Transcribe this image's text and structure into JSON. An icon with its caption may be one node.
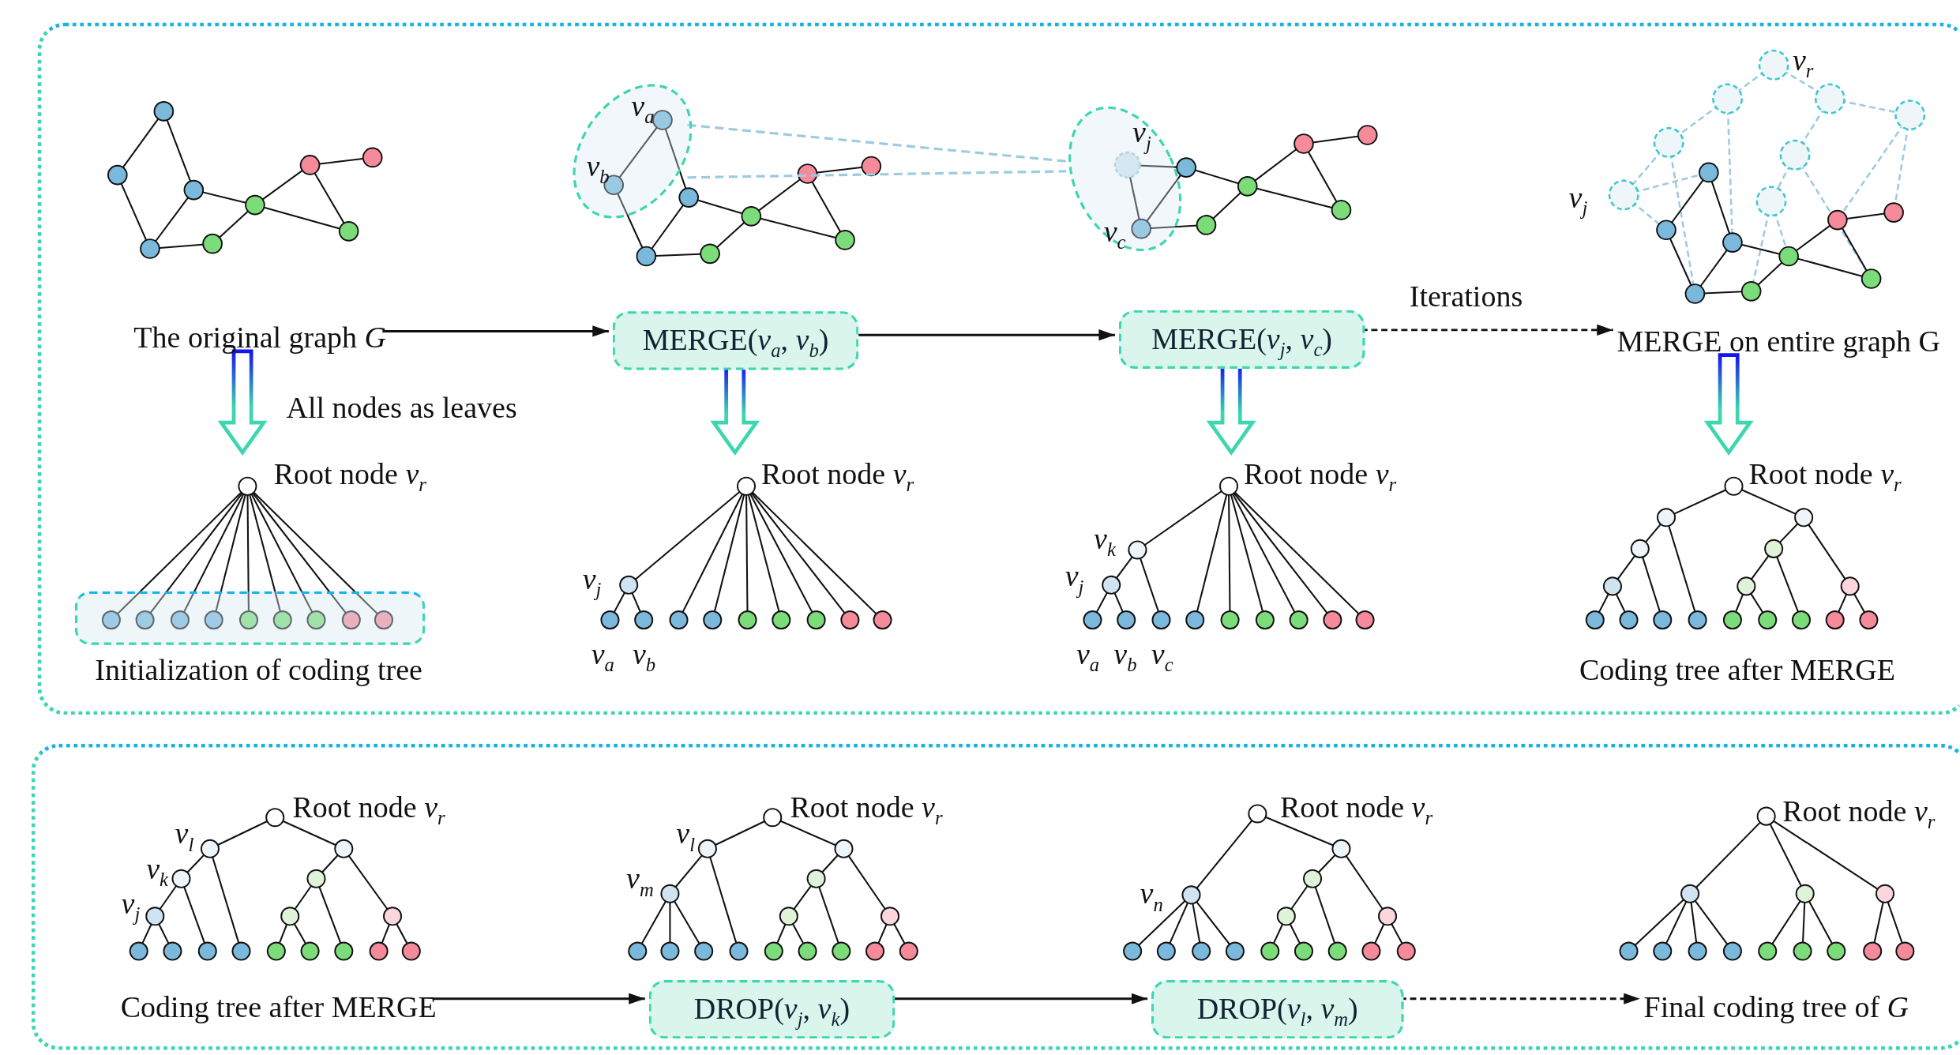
{
  "diagram": {
    "nodes": [
      {
        "text": [],
        "shape": "box"
      },
      {
        "text": [
          "The original graph *G*"
        ],
        "in": 0
      },
      {
        "text": [
          "*v*$_{a}$",
          "*v*$_{b}$"
        ],
        "in": 0
      },
      {
        "text": [
          "MERGE(*v*$_{a}$, *v*$_{b}$)"
        ],
        "in": 0
      },
      {
        "text": [
          "*v*$_{j}$",
          "*v*$_{c}$"
        ],
        "in": 0
      },
      {
        "text": [
          "MERGE(*v*$_{j}$, *v*$_{c}$)"
        ],
        "in": 0
      },
      {
        "text": [
          "*v*$_{r}$",
          "*v*$_{j}$"
        ],
        "in": 0
      },
      {
        "text": [
          "MERGE on entire graph G"
        ],
        "in": 0
      },
      {
        "text": [
          "Root node *v*$_{r}$"
        ],
        "in": 0
      },
      {
        "text": [],
        "shape": "box",
        "in": 0
      },
      {
        "text": [
          "Initialization of coding tree"
        ],
        "in": 0
      },
      {
        "text": [
          "Root node *v*$_{r}$",
          "*v*$_{j}$",
          "*v*$_{a}$",
          "*v*$_{b}$"
        ],
        "in": 0
      },
      {
        "text": [
          "Root node *v*$_{r}$",
          "*v*$_{k}$",
          "*v*$_{j}$",
          "*v*$_{a}$",
          "*v*$_{b}$",
          "*v*$_{c}$"
        ],
        "in": 0
      },
      {
        "text": [
          "Root node *v*$_{r}$"
        ],
        "in": 0
      },
      {
        "text": [
          "Coding tree after MERGE"
        ],
        "in": 0
      },
      {
        "text": [],
        "shape": "box"
      },
      {
        "text": [
          "Root node *v*$_{r}$",
          "*v*$_{l}$",
          "*v*$_{k}$",
          "*v*$_{j}$"
        ],
        "in": 15
      },
      {
        "text": [
          "Coding tree after MERGE"
        ],
        "in": 15
      },
      {
        "text": [
          "Root node *v*$_{r}$",
          "*v*$_{l}$",
          "*v*$_{m}$"
        ],
        "in": 15
      },
      {
        "text": [
          "DROP(*v*$_{j}$, *v*$_{k}$)"
        ],
        "in": 15
      },
      {
        "text": [
          "Root node *v*$_{r}$",
          "*v*$_{n}$"
        ],
        "in": 15
      },
      {
        "text": [
          "DROP(*v*$_{l}$, *v*$_{m}$)"
        ],
        "in": 15
      },
      {
        "text": [
          "Root node *v*$_{r}$"
        ],
        "in": 15
      },
      {
        "text": [
          "Final coding tree of *G*"
        ],
        "in": 15
      }
    ],
    "edges": [
      {
        "from": 1,
        "to": 3,
        "arrow": "to"
      },
      {
        "from": 3,
        "to": 5,
        "arrow": "to"
      },
      {
        "from": 5,
        "to": 7,
        "arrow": "to",
        "label": "Iterations",
        "style": "dashed"
      },
      {
        "from": 2,
        "to": 4,
        "arrow": "none",
        "style": "dashed",
        "color": "#9ecae1"
      },
      {
        "from": 2,
        "to": 4,
        "arrow": "none",
        "style": "dashed",
        "color": "#9ecae1"
      },
      {
        "from": 1,
        "to": 8,
        "arrow": "to",
        "label": "All nodes as leaves",
        "style": "thick"
      },
      {
        "from": 3,
        "to": 11,
        "arrow": "to",
        "style": "thick"
      },
      {
        "from": 5,
        "to": 12,
        "arrow": "to",
        "style": "thick"
      },
      {
        "from": 7,
        "to": 13,
        "arrow": "to",
        "style": "thick"
      },
      {
        "from": 17,
        "to": 19,
        "arrow": "to"
      },
      {
        "from": 19,
        "to": 21,
        "arrow": "to"
      },
      {
        "from": 21,
        "to": 23,
        "arrow": "to",
        "style": "dashed"
      }
    ]
  }
}
